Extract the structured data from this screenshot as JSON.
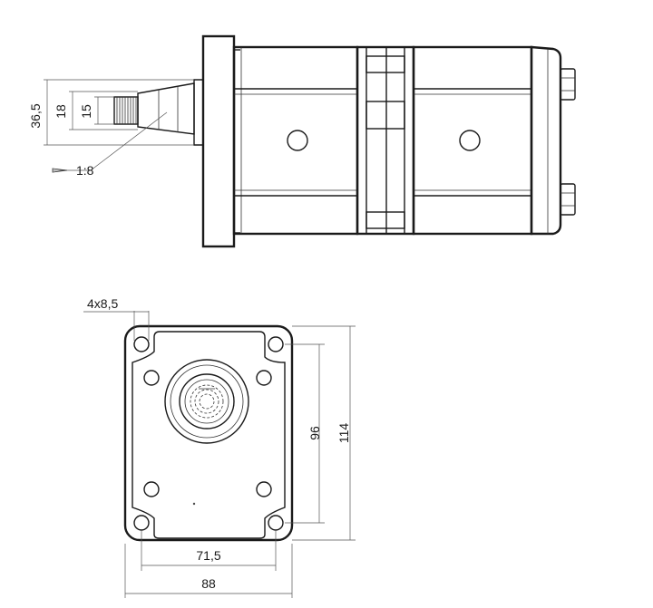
{
  "side_view": {
    "dim_overall_height": "36,5",
    "dim_shaft_outer": "18",
    "dim_shaft_inner": "15",
    "taper_label": "1:8"
  },
  "front_view": {
    "dim_holes": "4x8,5",
    "dim_vertical_inner": "96",
    "dim_vertical_outer": "114",
    "dim_horizontal_inner": "71,5",
    "dim_horizontal_outer": "88"
  }
}
